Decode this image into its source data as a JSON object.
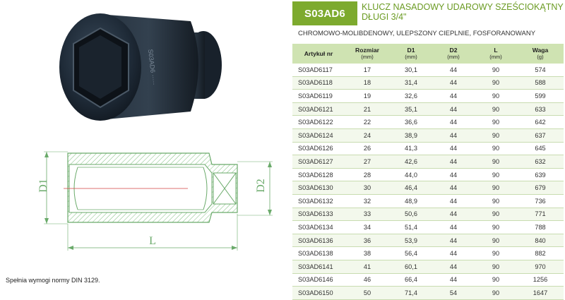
{
  "product": {
    "code": "S03AD6",
    "title": "KLUCZ NASADOWY UDAROWY SZEŚCIOKĄTNY DŁUGI 3/4\"",
    "subtitle": "CHROMOWO-MOLIBDENOWY, ULEPSZONY CIEPLNIE, FOSFORANOWANY"
  },
  "drawing": {
    "label_d1": "D1",
    "label_d2": "D2",
    "label_l": "L"
  },
  "table": {
    "headers": [
      {
        "name": "Artykuł nr",
        "unit": ""
      },
      {
        "name": "Rozmiar",
        "unit": "(mm)"
      },
      {
        "name": "D1",
        "unit": "(mm)"
      },
      {
        "name": "D2",
        "unit": "(mm)"
      },
      {
        "name": "L",
        "unit": "(mm)"
      },
      {
        "name": "Waga",
        "unit": "(g)"
      }
    ],
    "rows": [
      [
        "S03AD6117",
        "17",
        "30,1",
        "44",
        "90",
        "574"
      ],
      [
        "S03AD6118",
        "18",
        "31,4",
        "44",
        "90",
        "588"
      ],
      [
        "S03AD6119",
        "19",
        "32,6",
        "44",
        "90",
        "599"
      ],
      [
        "S03AD6121",
        "21",
        "35,1",
        "44",
        "90",
        "633"
      ],
      [
        "S03AD6122",
        "22",
        "36,6",
        "44",
        "90",
        "642"
      ],
      [
        "S03AD6124",
        "24",
        "38,9",
        "44",
        "90",
        "637"
      ],
      [
        "S03AD6126",
        "26",
        "41,3",
        "44",
        "90",
        "645"
      ],
      [
        "S03AD6127",
        "27",
        "42,6",
        "44",
        "90",
        "632"
      ],
      [
        "S03AD6128",
        "28",
        "44,0",
        "44",
        "90",
        "639"
      ],
      [
        "S03AD6130",
        "30",
        "46,4",
        "44",
        "90",
        "679"
      ],
      [
        "S03AD6132",
        "32",
        "48,9",
        "44",
        "90",
        "736"
      ],
      [
        "S03AD6133",
        "33",
        "50,6",
        "44",
        "90",
        "771"
      ],
      [
        "S03AD6134",
        "34",
        "51,4",
        "44",
        "90",
        "788"
      ],
      [
        "S03AD6136",
        "36",
        "53,9",
        "44",
        "90",
        "840"
      ],
      [
        "S03AD6138",
        "38",
        "56,4",
        "44",
        "90",
        "882"
      ],
      [
        "S03AD6141",
        "41",
        "60,1",
        "44",
        "90",
        "970"
      ],
      [
        "S03AD6146",
        "46",
        "66,4",
        "44",
        "90",
        "1256"
      ],
      [
        "S03AD6150",
        "50",
        "71,4",
        "54",
        "90",
        "1647"
      ]
    ]
  },
  "note": "Spełnia wymogi normy DIN 3129.",
  "colors": {
    "accent_green": "#7daa2e",
    "title_green": "#6b9b23",
    "header_bg": "#cfe3b2",
    "drawing_green": "#7fbf7f",
    "socket_dark": "#1e2a36"
  }
}
